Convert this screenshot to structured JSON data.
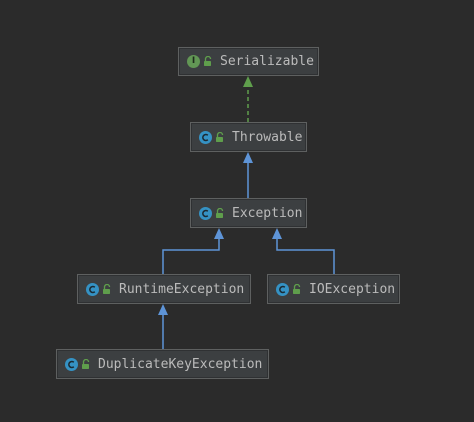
{
  "diagram": {
    "colors": {
      "background": "#2b2b2b",
      "node_fill": "#3c3f41",
      "node_border": "#5e6060",
      "text": "#bbbbbb",
      "extends_edge": "#5e94d7",
      "implements_edge": "#5f9e4c",
      "interface_badge": "#629755",
      "class_badge": "#3592c4",
      "lock": "#5f9e4c"
    },
    "nodes": [
      {
        "id": "serializable",
        "label": "Serializable",
        "kind": "interface",
        "kind_icon": "interface-icon",
        "badge_text": "I"
      },
      {
        "id": "throwable",
        "label": "Throwable",
        "kind": "class",
        "kind_icon": "class-icon"
      },
      {
        "id": "exception",
        "label": "Exception",
        "kind": "class",
        "kind_icon": "class-icon"
      },
      {
        "id": "runtimeexception",
        "label": "RuntimeException",
        "kind": "class",
        "kind_icon": "class-icon"
      },
      {
        "id": "ioexception",
        "label": "IOException",
        "kind": "class",
        "kind_icon": "class-icon"
      },
      {
        "id": "duplicatekeyexception",
        "label": "DuplicateKeyException",
        "kind": "class",
        "kind_icon": "class-icon"
      }
    ],
    "edges": [
      {
        "from": "throwable",
        "to": "serializable",
        "type": "implements"
      },
      {
        "from": "exception",
        "to": "throwable",
        "type": "extends"
      },
      {
        "from": "runtimeexception",
        "to": "exception",
        "type": "extends"
      },
      {
        "from": "ioexception",
        "to": "exception",
        "type": "extends"
      },
      {
        "from": "duplicatekeyexception",
        "to": "runtimeexception",
        "type": "extends"
      }
    ]
  }
}
